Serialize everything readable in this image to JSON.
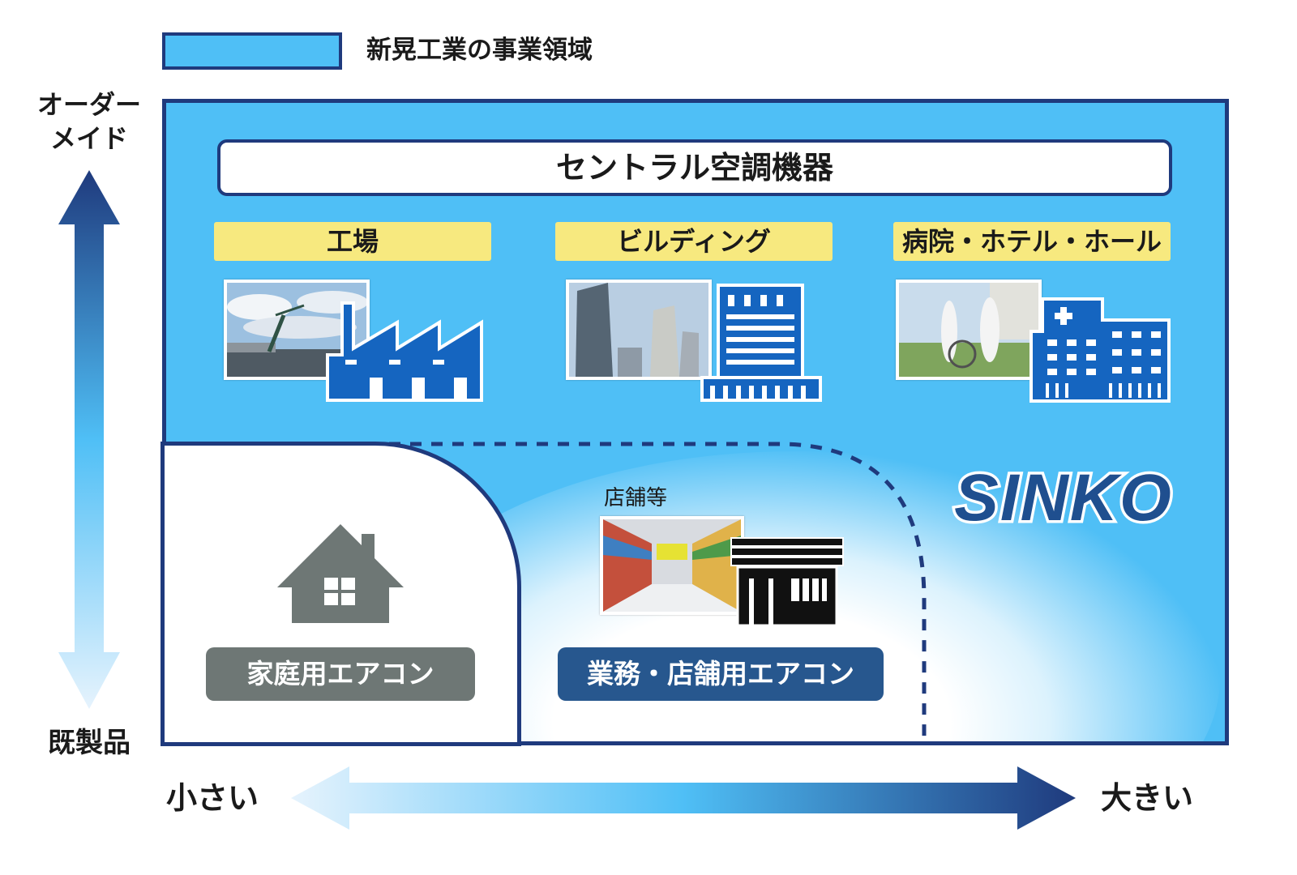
{
  "legend": {
    "label": "新晃工業の事業領域",
    "swatch_color": "#4fbff6",
    "border_color": "#1f3a7d"
  },
  "axes": {
    "y_top_line1": "オーダー",
    "y_top_line2": "メイド",
    "y_bottom": "既製品",
    "x_left": "小さい",
    "x_right": "大きい"
  },
  "central": {
    "label": "セントラル空調機器"
  },
  "segments": [
    {
      "label": "工場",
      "icon": "factory-icon",
      "photo": "harbor-crane-photo"
    },
    {
      "label": "ビルディング",
      "icon": "office-building-icon",
      "photo": "skyscrapers-photo"
    },
    {
      "label": "病院・ホテル・ホール",
      "icon": "hospital-icon",
      "photo": "hospital-staff-photo"
    }
  ],
  "home": {
    "label": "家庭用エアコン",
    "icon": "house-icon",
    "pill_color": "#6e7775"
  },
  "business": {
    "caption": "店舗等",
    "label": "業務・店舗用エアコン",
    "icon": "store-icon",
    "photo": "supermarket-aisle-photo",
    "pill_color": "#27578e"
  },
  "brand": {
    "logo_text": "SINKO"
  },
  "colors": {
    "navy": "#1f3a7d",
    "sky": "#4fbff6",
    "tag_yellow": "#f7e97f",
    "icon_blue": "#1565c0"
  }
}
